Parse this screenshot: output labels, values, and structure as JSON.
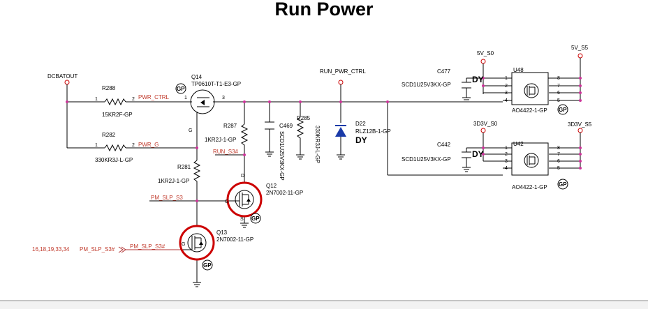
{
  "title": "Run Power",
  "power_ports": {
    "dcbatout": "DCBATOUT",
    "run_pwr_ctrl": "RUN_PWR_CTRL",
    "p5v_s0": "5V_S0",
    "p5v_s5": "5V_S5",
    "p3d3v_s0": "3D3V_S0",
    "p3d3v_s5": "3D3V_S5"
  },
  "resistors": {
    "r288": {
      "ref": "R288",
      "value": "15KR2F-GP"
    },
    "r282": {
      "ref": "R282",
      "value": "330KR3J-L-GP"
    },
    "r287": {
      "ref": "R287",
      "value": "1KR2J-1-GP"
    },
    "r281": {
      "ref": "R281",
      "value": "1KR2J-1-GP"
    },
    "r285": {
      "ref": "R285",
      "value": "330KR3J-L-GP"
    }
  },
  "capacitors": {
    "c469": {
      "ref": "C469",
      "value": "SCD1U25V3KX-GP"
    },
    "c477": {
      "ref": "C477",
      "value": "SCD1U25V3KX-GP"
    },
    "c442": {
      "ref": "C442",
      "value": "SCD1U25V3KX-GP"
    }
  },
  "transistors": {
    "q14": {
      "ref": "Q14",
      "value": "TP0610T-T1-E3-GP"
    },
    "q12": {
      "ref": "Q12",
      "value": "2N7002-11-GP"
    },
    "q13": {
      "ref": "Q13",
      "value": "2N7002-11-GP"
    }
  },
  "diode": {
    "ref": "D22",
    "value": "RLZ12B-1-GP",
    "option": "DY"
  },
  "ics": {
    "u48": {
      "ref": "U48",
      "value": "AO4422-1-GP"
    },
    "u42": {
      "ref": "U42",
      "value": "AO4422-1-GP"
    }
  },
  "nets": {
    "pwr_ctrl": "PWR_CTRL",
    "pwr_g": "PWR_G",
    "run_s3": "RUN_S3#",
    "pm_slp_s3": "PM_SLP_S3",
    "pm_slp_s3_n": "PM_SLP_S3#",
    "page_refs": "16,18,19,33,34"
  },
  "pin_labels": {
    "one": "1",
    "two": "2",
    "three": "3",
    "four": "4",
    "five": "5",
    "six": "6",
    "seven": "7",
    "eight": "8",
    "g": "G",
    "d": "D",
    "s": "S"
  },
  "markers": {
    "dy": "DY",
    "gp": "GP"
  },
  "colors": {
    "wire": "#000000",
    "net_label": "#c0392b",
    "junction": "#cc3399",
    "highlight_circle": "#cc0000"
  }
}
